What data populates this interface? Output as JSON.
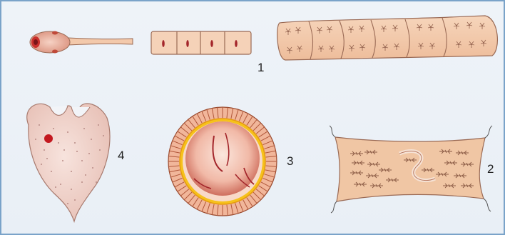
{
  "figure": {
    "labels": {
      "one": "1",
      "two": "2",
      "three": "3",
      "four": "4"
    }
  },
  "colors": {
    "frame": "#7aa3c9",
    "background": "#ecf1f7",
    "cell_fill": "#f2c9a8",
    "cell_stroke": "#8a5a44",
    "nucleus": "#a3262b",
    "egg_ring": "#c9542e",
    "egg_yolk": "#f6c11b",
    "egg_center": "#f4c7b2",
    "cytoplasm_dot": "#b88b86"
  }
}
